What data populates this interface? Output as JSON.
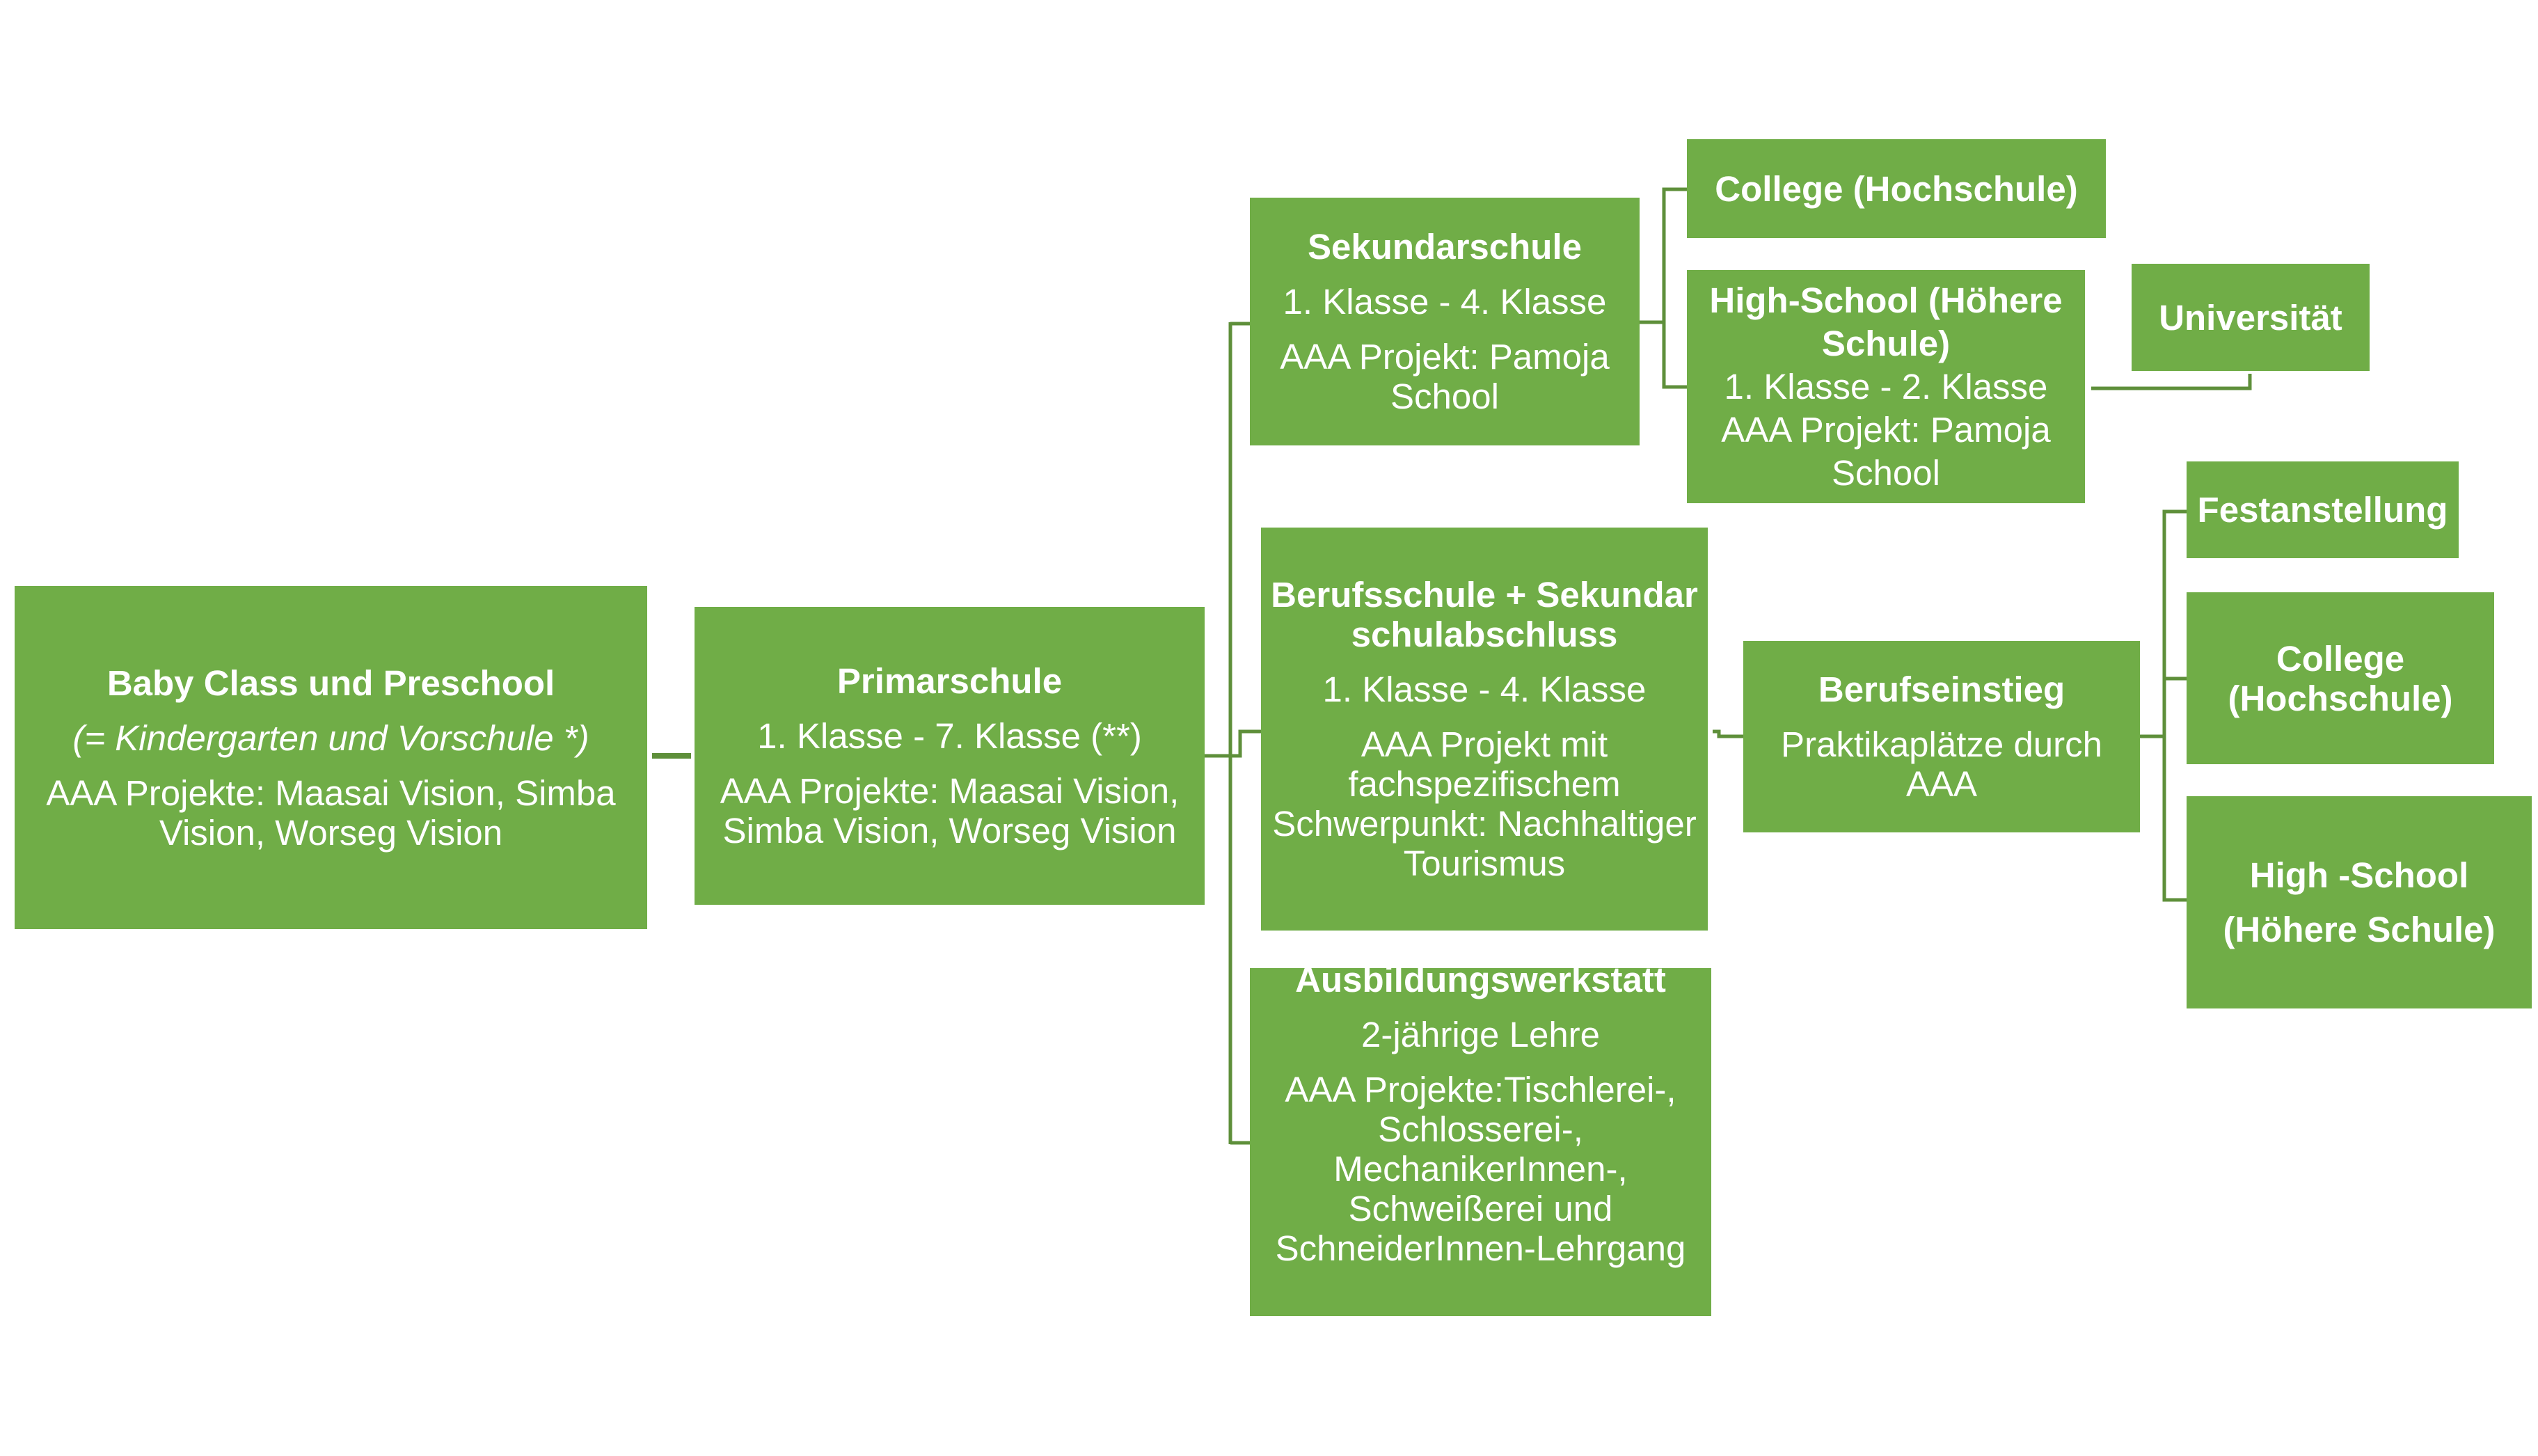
{
  "colors": {
    "box_fill": "#70AD47",
    "connector": "#5E8F3A",
    "text": "#FFFFFF"
  },
  "nodes": {
    "baby": {
      "title": "Baby Class und Preschool",
      "subtitle": "(= Kindergarten und Vorschule *)",
      "projects": "AAA Projekte: Maasai Vision, Simba Vision, Worseg Vision"
    },
    "primar": {
      "title": "Primarschule",
      "grades": "1. Klasse - 7. Klasse (**)",
      "projects": "AAA Projekte: Maasai Vision, Simba Vision, Worseg Vision"
    },
    "sekundar": {
      "title": "Sekundarschule",
      "grades": "1. Klasse - 4. Klasse",
      "projects": "AAA Projekt: Pamoja School"
    },
    "berufsschule": {
      "title": "Berufsschule + Sekundarschulabschluss",
      "grades": "1. Klasse - 4. Klasse",
      "projects": "AAA Projekt mit fachspezifischem Schwerpunkt: Nachhaltiger Tourismus"
    },
    "ausbildung": {
      "title": "Ausbildungswerkstatt",
      "grades": "2-jährige Lehre",
      "projects": "AAA Projekte:Tischlerei-, Schlosserei-, MechanikerInnen-, Schweißerei und SchneiderInnen-Lehrgang"
    },
    "college_top": {
      "title": "College (Hochschule)"
    },
    "highschool_top": {
      "title": "High-School (Höhere Schule)",
      "grades": "1. Klasse - 2. Klasse",
      "projects": "AAA Projekt: Pamoja School"
    },
    "universitaet": {
      "title": "Universität"
    },
    "berufseinstieg": {
      "title": "Berufseinstieg",
      "text": "Praktikaplätze durch AAA"
    },
    "festanstellung": {
      "title": "Festanstellung"
    },
    "college_bottom": {
      "title": "College (Hochschule)"
    },
    "highschool_bottom": {
      "title": "High -School",
      "subtitle": "(Höhere Schule)"
    }
  }
}
